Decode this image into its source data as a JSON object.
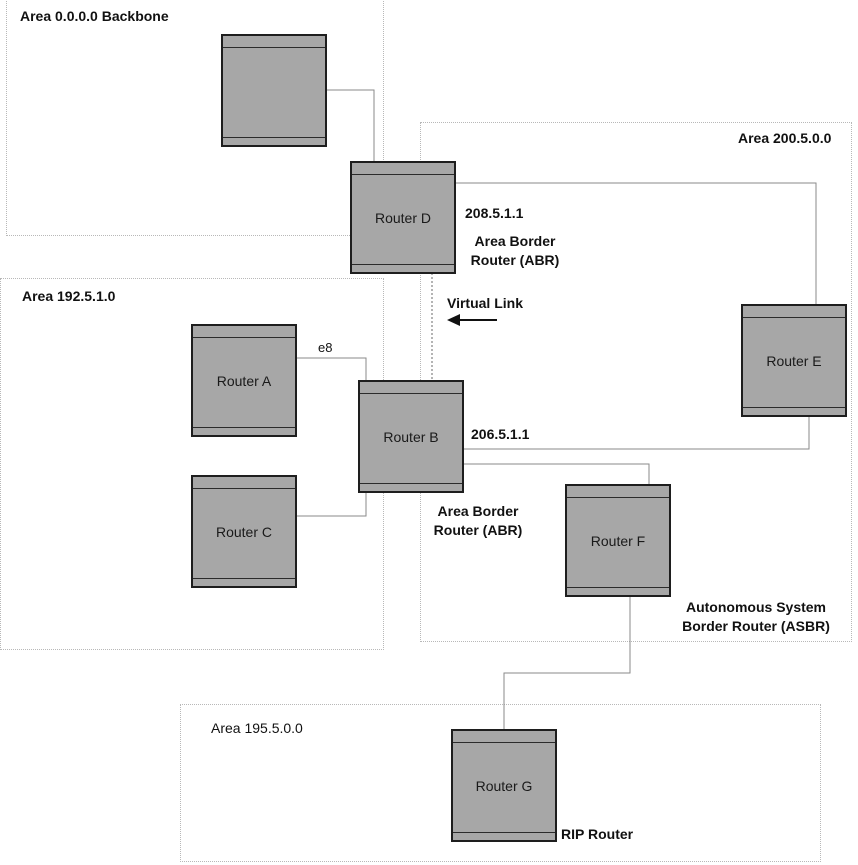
{
  "areas": {
    "backbone": "Area 0.0.0.0 Backbone",
    "area_200": "Area 200.5.0.0",
    "area_192": "Area 192.5.1.0",
    "area_195": "Area 195.5.0.0"
  },
  "routers": {
    "a": "Router A",
    "b": "Router B",
    "c": "Router C",
    "d": "Router D",
    "e": "Router E",
    "f": "Router F",
    "g": "Router G"
  },
  "annotations": {
    "ip_d": "208.5.1.1",
    "abr_d_line1": "Area Border",
    "abr_d_line2": "Router (ABR)",
    "virtual_link": "Virtual Link",
    "e8": "e8",
    "ip_b": "206.5.1.1",
    "abr_b_line1": "Area Border",
    "abr_b_line2": "Router (ABR)",
    "asbr_line1": "Autonomous System",
    "asbr_line2": "Border Router (ASBR)",
    "rip_router": "RIP Router"
  }
}
